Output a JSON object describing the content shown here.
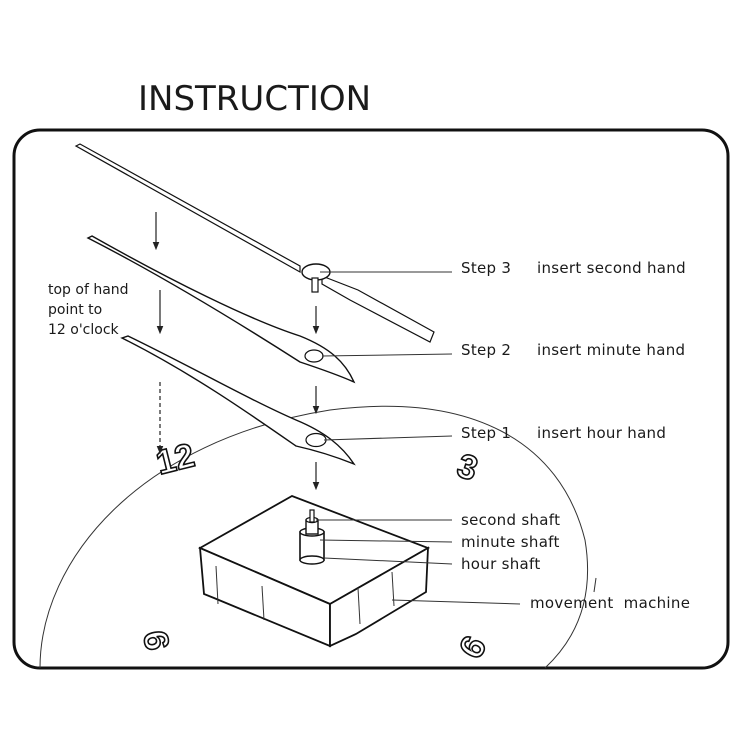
{
  "title": "INSTRUCTION",
  "note": [
    "top of hand",
    "point to",
    "12 o'clock"
  ],
  "steps": [
    {
      "step": "Step 3",
      "text": "insert second hand"
    },
    {
      "step": "Step 2",
      "text": "insert minute hand"
    },
    {
      "step": "Step 1",
      "text": "insert hour hand"
    }
  ],
  "parts": [
    "second shaft",
    "minute shaft",
    "hour shaft",
    "movement  machine"
  ],
  "dial_numbers": [
    "12",
    "3",
    "9",
    "6"
  ]
}
